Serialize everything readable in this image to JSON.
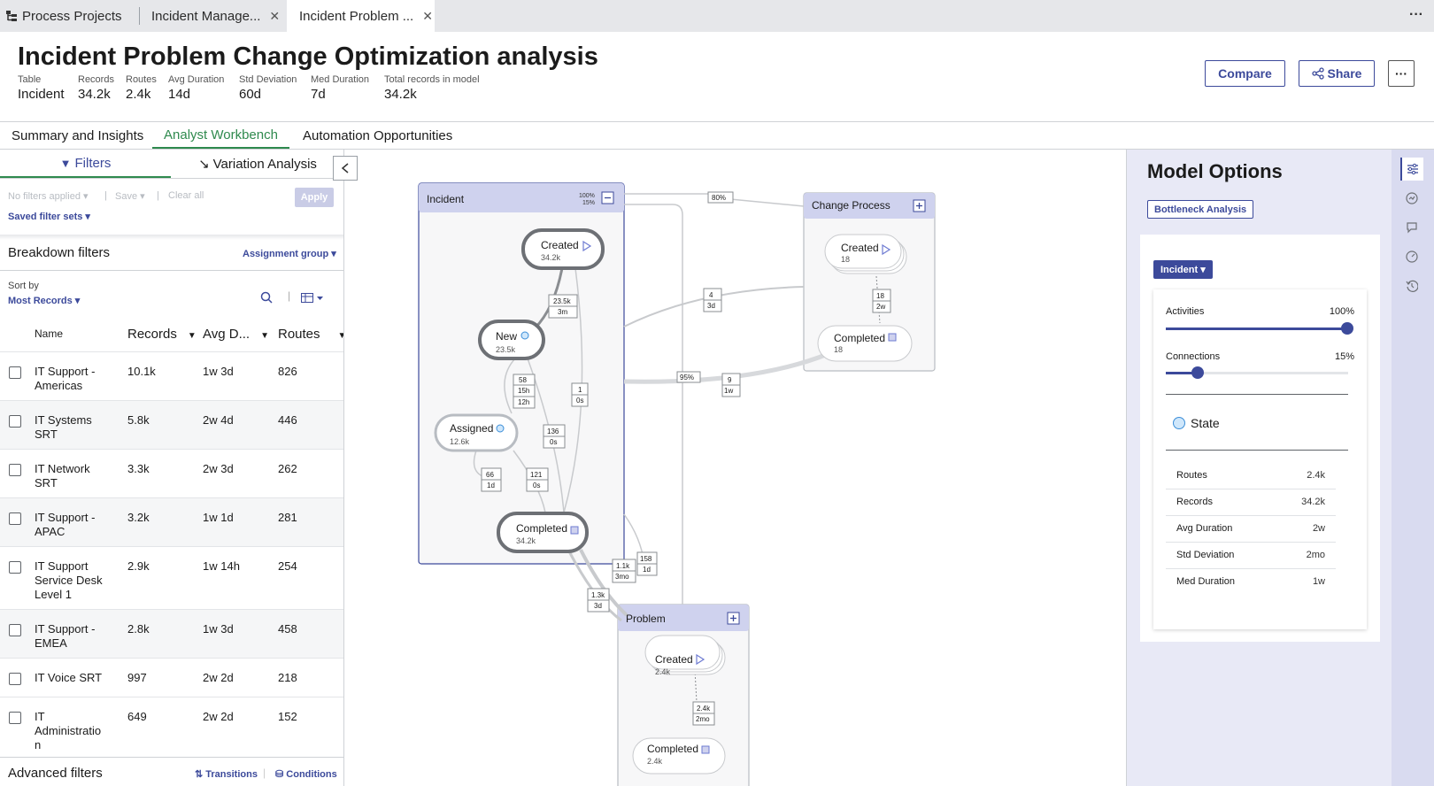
{
  "tabs": [
    {
      "label": "Process Projects"
    },
    {
      "label": "Incident Manage..."
    },
    {
      "label": "Incident Problem ..."
    }
  ],
  "page": {
    "title": "Incident Problem Change Optimization analysis",
    "meta": [
      {
        "label": "Table",
        "value": "Incident"
      },
      {
        "label": "Records",
        "value": "34.2k"
      },
      {
        "label": "Routes",
        "value": "2.4k"
      },
      {
        "label": "Avg Duration",
        "value": "14d"
      },
      {
        "label": "Std Deviation",
        "value": "60d"
      },
      {
        "label": "Med Duration",
        "value": "7d"
      },
      {
        "label": "Total records in model",
        "value": "34.2k"
      }
    ],
    "compare_label": "Compare",
    "share_label": "Share"
  },
  "subtabs": [
    {
      "label": "Summary and Insights"
    },
    {
      "label": "Analyst Workbench"
    },
    {
      "label": "Automation Opportunities"
    }
  ],
  "left_panel": {
    "filters_tab": "Filters",
    "variation_tab": "Variation Analysis",
    "no_filters": "No filters applied",
    "save": "Save",
    "clear_all": "Clear all",
    "apply": "Apply",
    "saved_filter_sets": "Saved filter sets",
    "breakdown_title": "Breakdown filters",
    "breakdown_group": "Assignment group",
    "sort_by_label": "Sort by",
    "sort_by_value": "Most Records",
    "columns": [
      "Name",
      "Records",
      "Avg D...",
      "Routes"
    ],
    "rows": [
      {
        "name": "IT Support - Americas",
        "records": "10.1k",
        "avg": "1w 3d",
        "routes": "826"
      },
      {
        "name": "IT Systems SRT",
        "records": "5.8k",
        "avg": "2w 4d",
        "routes": "446"
      },
      {
        "name": "IT Network SRT",
        "records": "3.3k",
        "avg": "2w 3d",
        "routes": "262"
      },
      {
        "name": "IT Support - APAC",
        "records": "3.2k",
        "avg": "1w 1d",
        "routes": "281"
      },
      {
        "name": "IT Support Service Desk Level 1",
        "records": "2.9k",
        "avg": "1w 14h",
        "routes": "254"
      },
      {
        "name": "IT Support - EMEA",
        "records": "2.8k",
        "avg": "1w 3d",
        "routes": "458"
      },
      {
        "name": "IT Voice SRT",
        "records": "997",
        "avg": "2w 2d",
        "routes": "218"
      },
      {
        "name": "IT Administratio n",
        "records": "649",
        "avg": "2w 2d",
        "routes": "152"
      }
    ],
    "advanced_filters": "Advanced filters",
    "transitions": "Transitions",
    "conditions": "Conditions"
  },
  "graph": {
    "incident": {
      "title": "Incident",
      "pct_top": "100%",
      "pct_bottom": "15%",
      "nodes": [
        {
          "label": "Created",
          "count": "34.2k"
        },
        {
          "label": "New",
          "count": "23.5k"
        },
        {
          "label": "Assigned",
          "count": "12.6k"
        },
        {
          "label": "Completed",
          "count": "34.2k"
        }
      ]
    },
    "change": {
      "title": "Change Process",
      "nodes": [
        {
          "label": "Created",
          "count": "18"
        },
        {
          "label": "Completed",
          "count": "18"
        }
      ]
    },
    "problem": {
      "title": "Problem",
      "nodes": [
        {
          "label": "Created",
          "count": "2.4k"
        },
        {
          "label": "Completed",
          "count": "2.4k"
        }
      ]
    },
    "edge_labels": {
      "e_80": "80%",
      "e_95": "95%",
      "e_created_new_a": "23.5k",
      "e_created_new_b": "3m",
      "e_4_a": "4",
      "e_4_b": "3d",
      "e_9_a": "9",
      "e_9_b": "1w",
      "e_58_a": "58",
      "e_58_b": "15h",
      "e_58_c": "12h",
      "e_1_a": "1",
      "e_1_b": "0s",
      "e_136_a": "136",
      "e_136_b": "0s",
      "e_66_a": "66",
      "e_66_b": "1d",
      "e_121_a": "121",
      "e_121_b": "0s",
      "e_18_a": "18",
      "e_18_b": "2w",
      "e_158_a": "158",
      "e_158_b": "1d",
      "e_11k_a": "1.1k",
      "e_11k_b": "3mo",
      "e_13k_a": "1.3k",
      "e_13k_b": "3d",
      "e_24k_a": "2.4k",
      "e_24k_b": "2mo"
    }
  },
  "model_options": {
    "title": "Model Options",
    "bottleneck": "Bottleneck Analysis",
    "dropdown": "Incident",
    "activities_label": "Activities",
    "activities_value": "100%",
    "activities_level": 1.0,
    "connections_label": "Connections",
    "connections_value": "15%",
    "connections_level": 0.15,
    "state_label": "State",
    "stats": [
      {
        "k": "Routes",
        "v": "2.4k"
      },
      {
        "k": "Records",
        "v": "34.2k"
      },
      {
        "k": "Avg Duration",
        "v": "2w"
      },
      {
        "k": "Std Deviation",
        "v": "2mo"
      },
      {
        "k": "Med Duration",
        "v": "1w"
      }
    ]
  },
  "colors": {
    "accent": "#3c4a9b",
    "green": "#2f8a4e",
    "lane": "#cfd2ee",
    "panel": "#e8e9f6"
  }
}
